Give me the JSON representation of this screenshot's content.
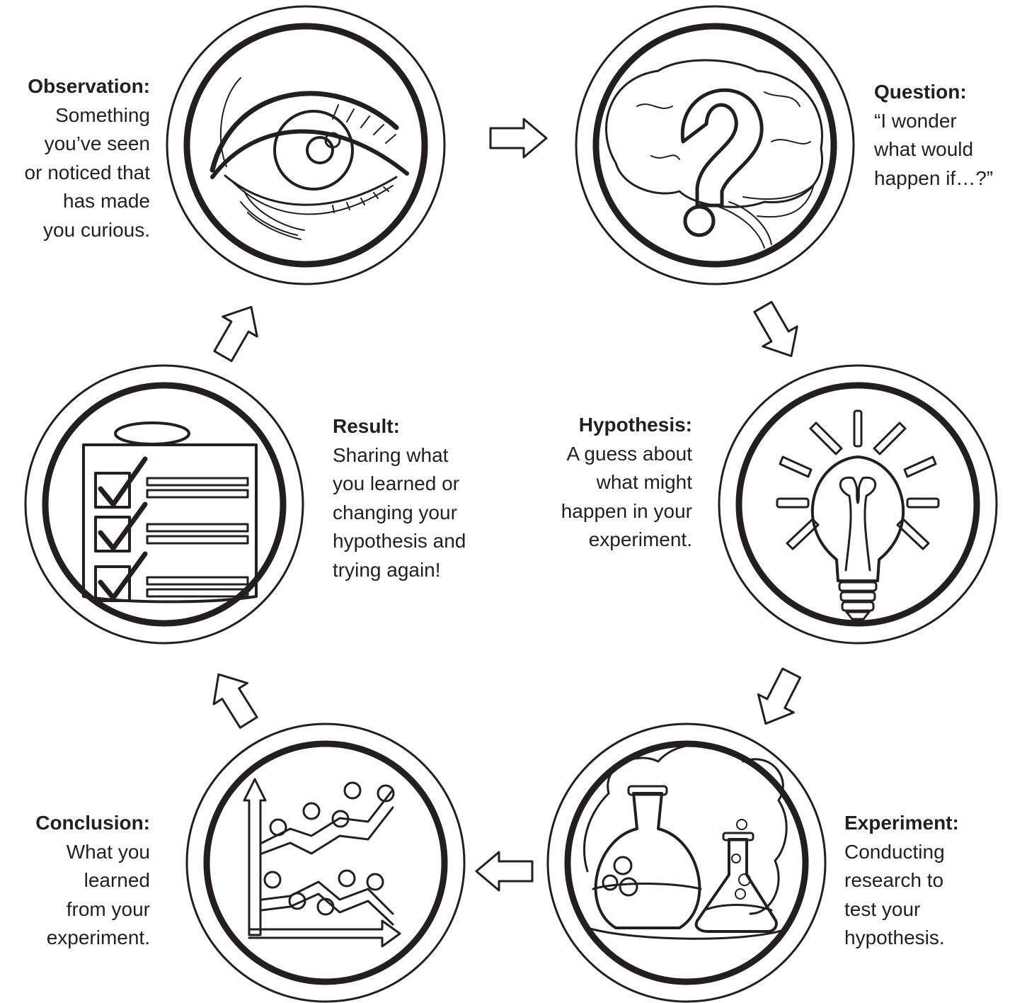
{
  "stages": {
    "observation": {
      "title": "Observation:",
      "text": "Something\nyou’ve seen\nor noticed that\nhas made\nyou curious.",
      "icon": "eye-icon"
    },
    "question": {
      "title": "Question:",
      "text": "“I wonder\nwhat would\nhappen if…?”",
      "icon": "brain-question-icon"
    },
    "hypothesis": {
      "title": "Hypothesis:",
      "text": "A guess about\nwhat might\nhappen in your\nexperiment.",
      "icon": "lightbulb-icon"
    },
    "experiment": {
      "title": "Experiment:",
      "text": "Conducting\nresearch to\ntest your\nhypothesis.",
      "icon": "lab-flasks-icon"
    },
    "conclusion": {
      "title": "Conclusion:",
      "text": "What you\nlearned\nfrom your\nexperiment.",
      "icon": "line-graph-icon"
    },
    "result": {
      "title": "Result:",
      "text": "Sharing what\nyou learned or\nchanging your\nhypothesis and\ntrying again!",
      "icon": "checklist-icon"
    }
  },
  "colors": {
    "ink": "#231f20",
    "background": "#ffffff"
  }
}
